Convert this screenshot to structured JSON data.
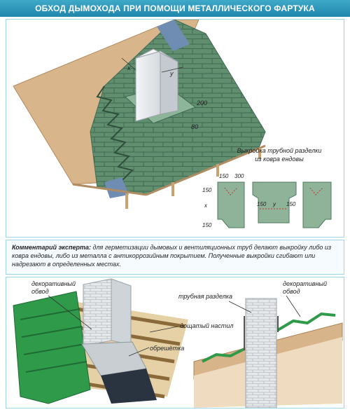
{
  "title": "ОБХОД ДЫМОХОДА ПРИ ПОМОЩИ МЕТАЛЛИЧЕСКОГО ФАРТУКА",
  "top_diagram": {
    "dims": {
      "x": "x",
      "y": "y",
      "d200": "200",
      "d80": "80"
    },
    "pattern_caption": [
      "Выкройка трубной разделки",
      "из ковра ендовы"
    ],
    "pattern_dims": {
      "d150a": "150",
      "d300": "300",
      "d150b": "150",
      "d150c": "150",
      "x": "x",
      "y": "y",
      "d150d": "150",
      "d150e": "150"
    }
  },
  "comment": {
    "label": "Комментарий эксперта:",
    "text": " для герметизации дымовых и вентиляционных труб делают выкройку либо из ковра ендовы, либо из металла с антикоррозийным покрытием. Полученные выкройки сгибают или надрезают в определенных местах."
  },
  "bottom_diagram": {
    "labels": {
      "decor_left": [
        "декоративный",
        "обвод"
      ],
      "pipe_cut": "трубная разделка",
      "decor_right": [
        "декоративный",
        "обвод"
      ],
      "boarding": "дощатый настил",
      "battens": "обрешётка"
    }
  },
  "colors": {
    "title_bg": "#2596be",
    "shingle": "#5f8a6c",
    "metal_tile": "#2f9a4a",
    "plywood": "#d8b48a",
    "chimney": "#e9ecef"
  }
}
